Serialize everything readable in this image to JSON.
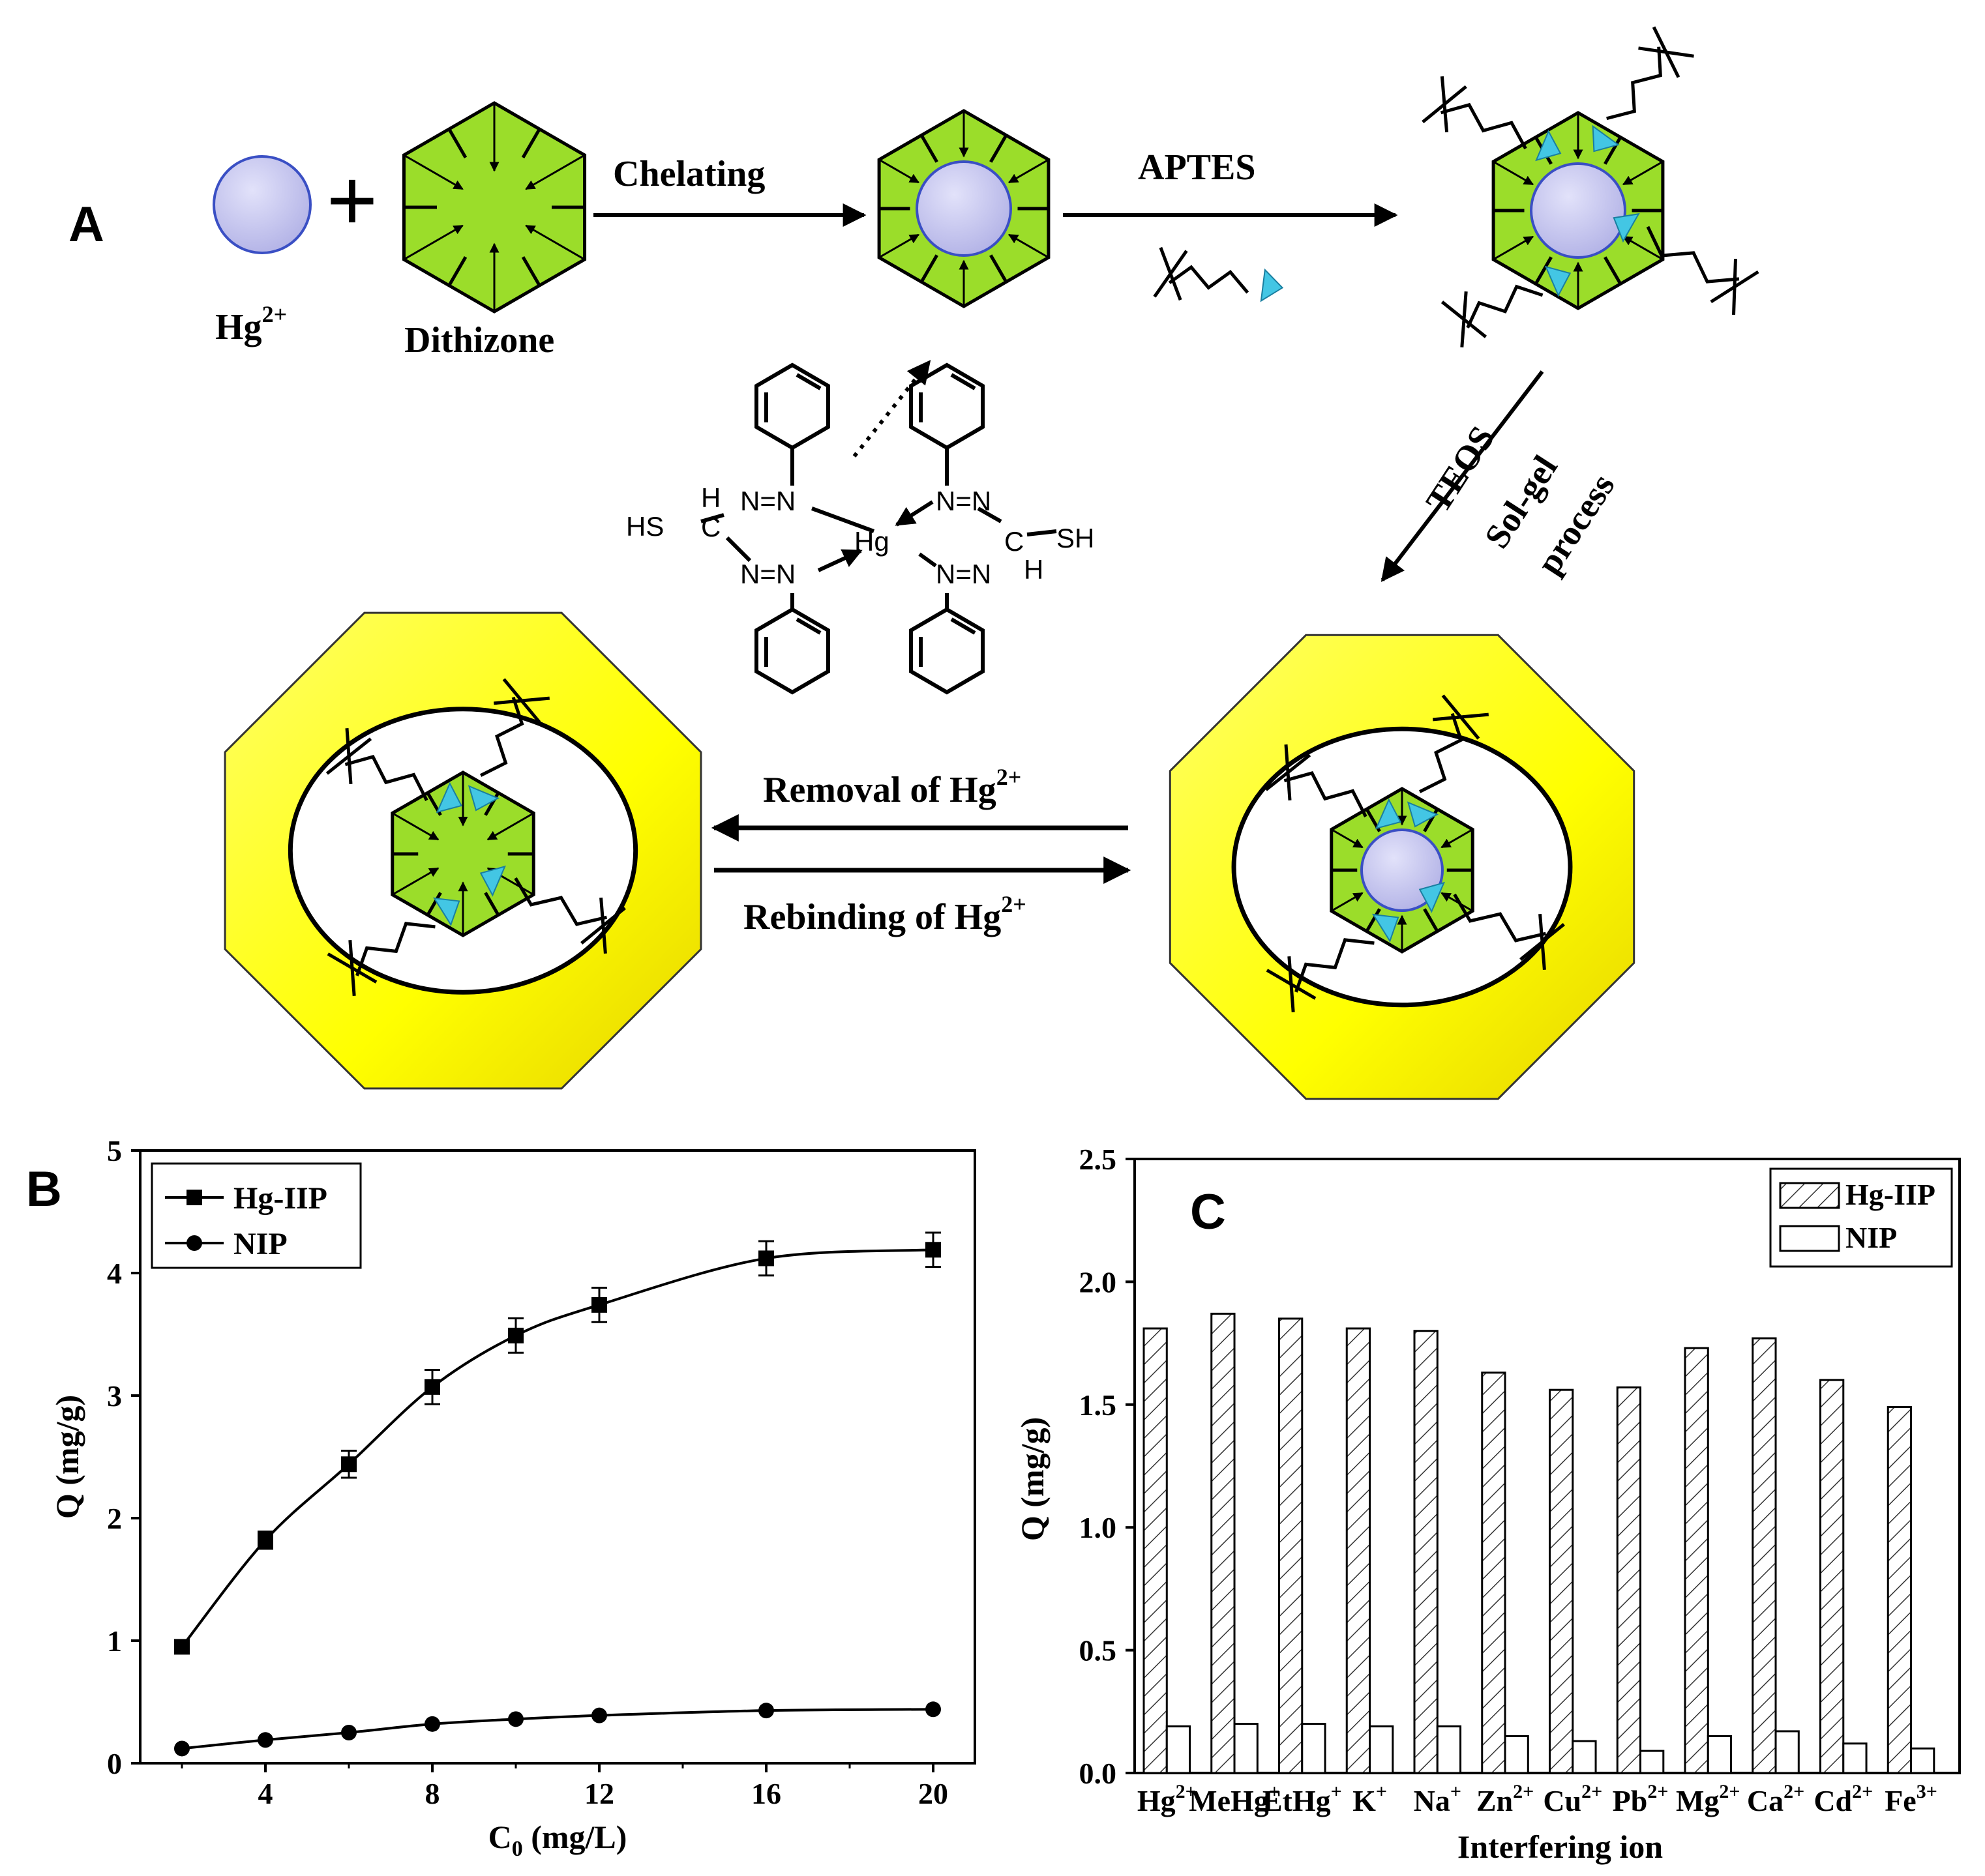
{
  "panels": {
    "a": "A",
    "b": "B",
    "c": "C"
  },
  "scheme": {
    "hg_label": "Hg",
    "hg_charge": "2+",
    "plus": "+",
    "dithizone": "Dithizone",
    "chelating": "Chelating",
    "aptes": "APTES",
    "teos": "TEOS",
    "solgel_1": "Sol-gel",
    "solgel_2": "process",
    "removal": "Removal of Hg",
    "removal_charge": "2+",
    "rebinding": "Rebinding of Hg",
    "rebinding_charge": "2+"
  },
  "structure": {
    "hs": "HS",
    "sh": "SH",
    "h": "H",
    "c": "C",
    "n": "N",
    "nn": "N=N",
    "hg": "Hg"
  },
  "colors": {
    "ion": "#c6c6ee",
    "ion_stroke": "#3a4fc4",
    "hexagon": "#9bdd2a",
    "hexagon_dark": "#6aa81a",
    "monomer": "#43c6e4",
    "polymer": "#ffff1a",
    "polymer_edge": "#333333"
  },
  "chart_data": [
    {
      "type": "line",
      "xlabel": "C",
      "xlabel_sub": "0",
      "xlabel_unit": "(mg/L)",
      "ylabel": "Q (mg/g)",
      "xlim": [
        1,
        21
      ],
      "ylim": [
        0,
        5
      ],
      "xticks": [
        4,
        8,
        12,
        16,
        20
      ],
      "yticks": [
        0,
        1,
        2,
        3,
        4,
        5
      ],
      "legend": "top-left",
      "series": [
        {
          "name": "Hg-IIP",
          "marker": "square",
          "x": [
            2,
            4,
            6,
            8,
            10,
            12,
            16,
            20
          ],
          "y": [
            0.95,
            1.82,
            2.44,
            3.07,
            3.49,
            3.74,
            4.12,
            4.19
          ],
          "err": [
            0.03,
            0.07,
            0.11,
            0.14,
            0.14,
            0.14,
            0.14,
            0.14
          ]
        },
        {
          "name": "NIP",
          "marker": "circle",
          "x": [
            2,
            4,
            6,
            8,
            10,
            12,
            16,
            20
          ],
          "y": [
            0.12,
            0.19,
            0.25,
            0.32,
            0.36,
            0.39,
            0.43,
            0.44
          ],
          "err": [
            0.0,
            0.0,
            0.0,
            0.0,
            0.0,
            0.0,
            0.0,
            0.0
          ]
        }
      ]
    },
    {
      "type": "bar",
      "xlabel": "Interfering ion",
      "ylabel": "Q (mg/g)",
      "ylim": [
        0,
        2.5
      ],
      "yticks": [
        "0.0",
        "0.5",
        "1.0",
        "1.5",
        "2.0",
        "2.5"
      ],
      "legend": "top-right",
      "categories": [
        {
          "base": "Hg",
          "sup": "2+"
        },
        {
          "base": "MeHg",
          "sup": "+"
        },
        {
          "base": "EtHg",
          "sup": "+"
        },
        {
          "base": "K",
          "sup": "+"
        },
        {
          "base": "Na",
          "sup": "+"
        },
        {
          "base": "Zn",
          "sup": "2+"
        },
        {
          "base": "Cu",
          "sup": "2+"
        },
        {
          "base": "Pb",
          "sup": "2+"
        },
        {
          "base": "Mg",
          "sup": "2+"
        },
        {
          "base": "Ca",
          "sup": "2+"
        },
        {
          "base": "Cd",
          "sup": "2+"
        },
        {
          "base": "Fe",
          "sup": "3+"
        }
      ],
      "series": [
        {
          "name": "Hg-IIP",
          "fill": "hatched",
          "values": [
            1.81,
            1.87,
            1.85,
            1.81,
            1.8,
            1.63,
            1.56,
            1.57,
            1.73,
            1.77,
            1.6,
            1.49
          ]
        },
        {
          "name": "NIP",
          "fill": "open",
          "values": [
            0.19,
            0.2,
            0.2,
            0.19,
            0.19,
            0.15,
            0.13,
            0.09,
            0.15,
            0.17,
            0.12,
            0.1
          ]
        }
      ]
    }
  ]
}
